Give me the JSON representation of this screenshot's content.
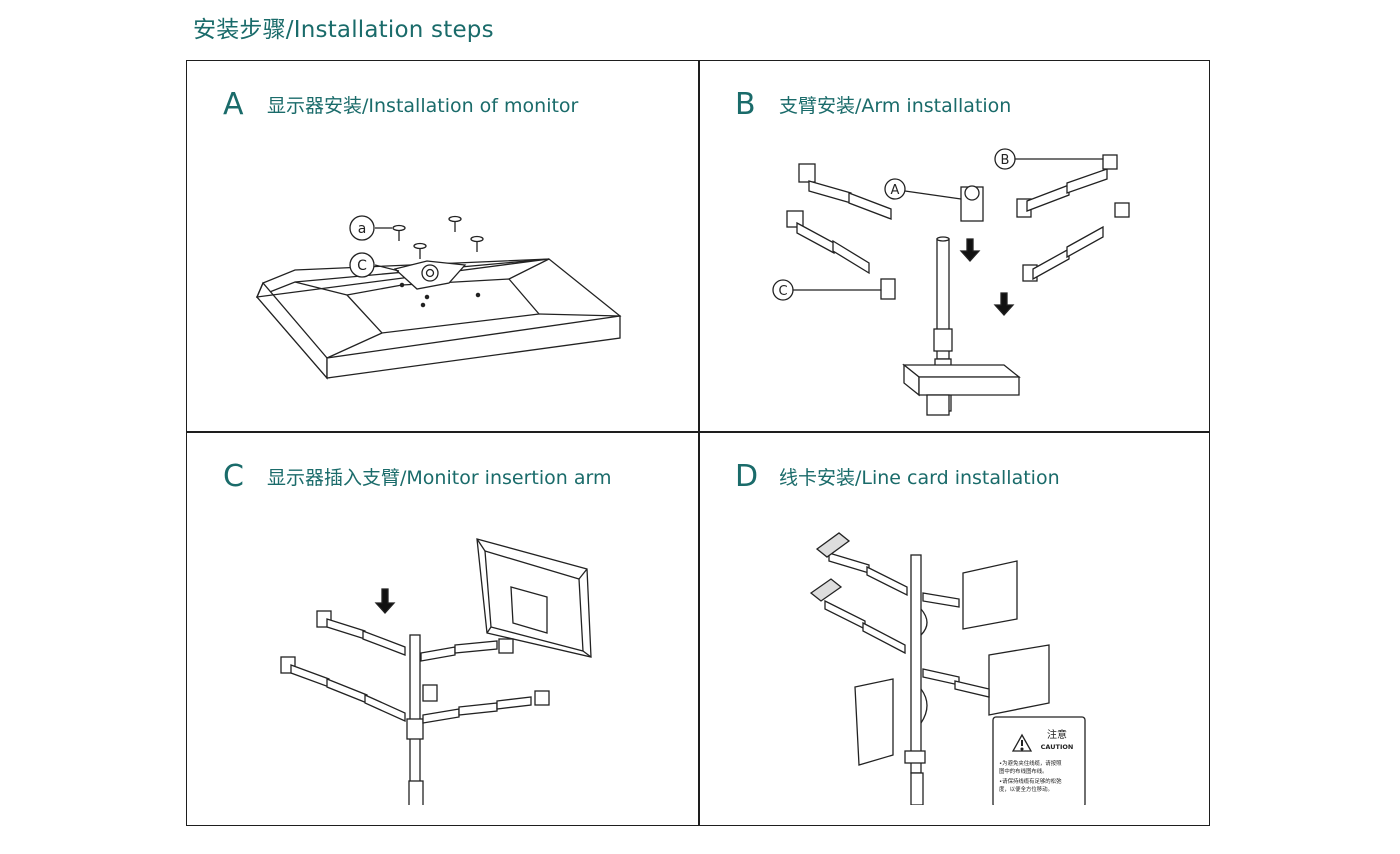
{
  "page_title": "安装步骤/Installation steps",
  "colors": {
    "accent": "#1a6b6a",
    "line": "#1e1e1e"
  },
  "panels": {
    "a": {
      "letter": "A",
      "title": "显示器安装/Installation of monitor",
      "callouts": [
        "a",
        "C"
      ]
    },
    "b": {
      "letter": "B",
      "title": "支臂安装/Arm installation",
      "callouts": [
        "A",
        "B",
        "C"
      ]
    },
    "c": {
      "letter": "C",
      "title": "显示器插入支臂/Monitor insertion arm"
    },
    "d": {
      "letter": "D",
      "title": "线卡安装/Line card installation",
      "caution": {
        "title_cn": "注意",
        "title_en": "CAUTION",
        "lines": [
          "•为避免夹住线缆，请按照",
          "图中的布线图布线。",
          "•请保持线缆有足够的松弛",
          "度，以便全方位移动。"
        ]
      }
    }
  }
}
